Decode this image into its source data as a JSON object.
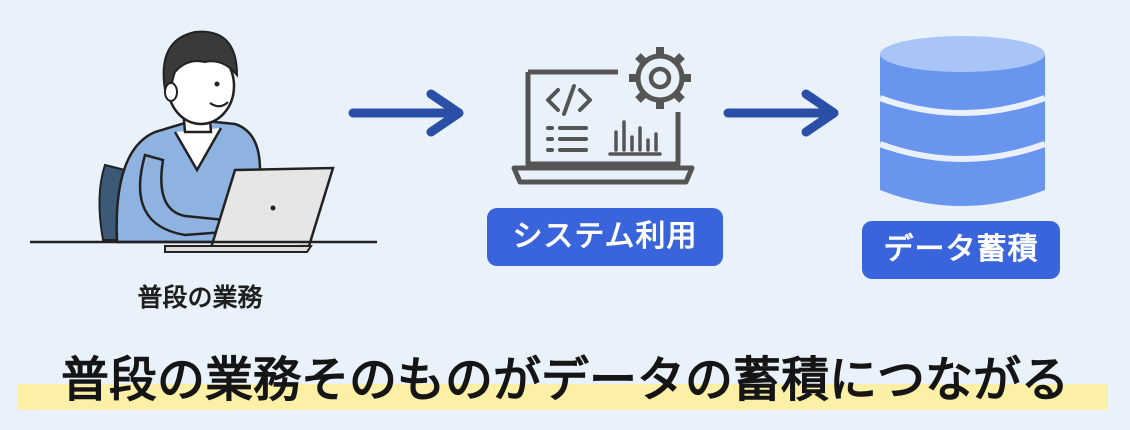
{
  "person": {
    "label": "普段の業務"
  },
  "steps": [
    {
      "label": "システム利用"
    },
    {
      "label": "データ蓄積"
    }
  ],
  "headline": "普段の業務そのものがデータの蓄積につながる",
  "colors": {
    "background": "#e9f2fb",
    "arrow": "#2b4fa6",
    "badge": "#3a64dc",
    "database": "#6a95ee",
    "highlight": "#fbf0a6"
  },
  "icons": [
    "person-laptop-illustration",
    "code-laptop-gear-icon",
    "database-icon",
    "arrow-right-icon"
  ]
}
